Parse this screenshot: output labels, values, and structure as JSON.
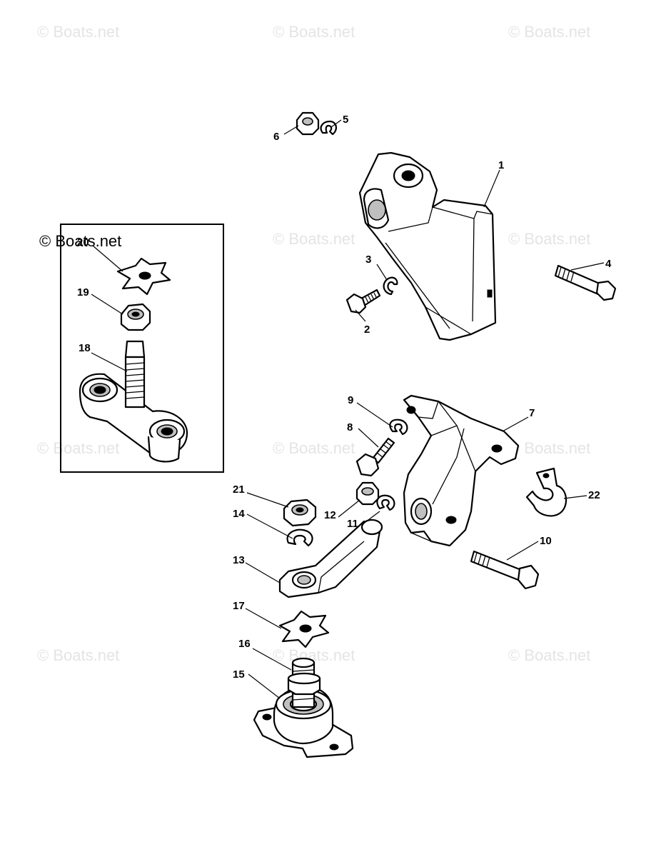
{
  "watermarks": {
    "row1": [
      "© Boats.net",
      "© Boats.net",
      "© Boats.net"
    ],
    "row2": [
      "© Boats.net",
      "© Boats.net"
    ],
    "row3": [
      "© Boats.net",
      "© Boats.net",
      "© Boats.net"
    ],
    "row4": [
      "© Boats.net",
      "© Boats.net",
      "© Boats.net"
    ],
    "inset": "© Boats.net"
  },
  "callouts": {
    "c1": "1",
    "c2": "2",
    "c3": "3",
    "c4": "4",
    "c5": "5",
    "c6": "6",
    "c7": "7",
    "c8": "8",
    "c9": "9",
    "c10": "10",
    "c11": "11",
    "c12": "12",
    "c13": "13",
    "c14": "14",
    "c15": "15",
    "c16": "16",
    "c17": "17",
    "c18": "18",
    "c19": "19",
    "c20": "20",
    "c21": "21",
    "c22": "22"
  }
}
